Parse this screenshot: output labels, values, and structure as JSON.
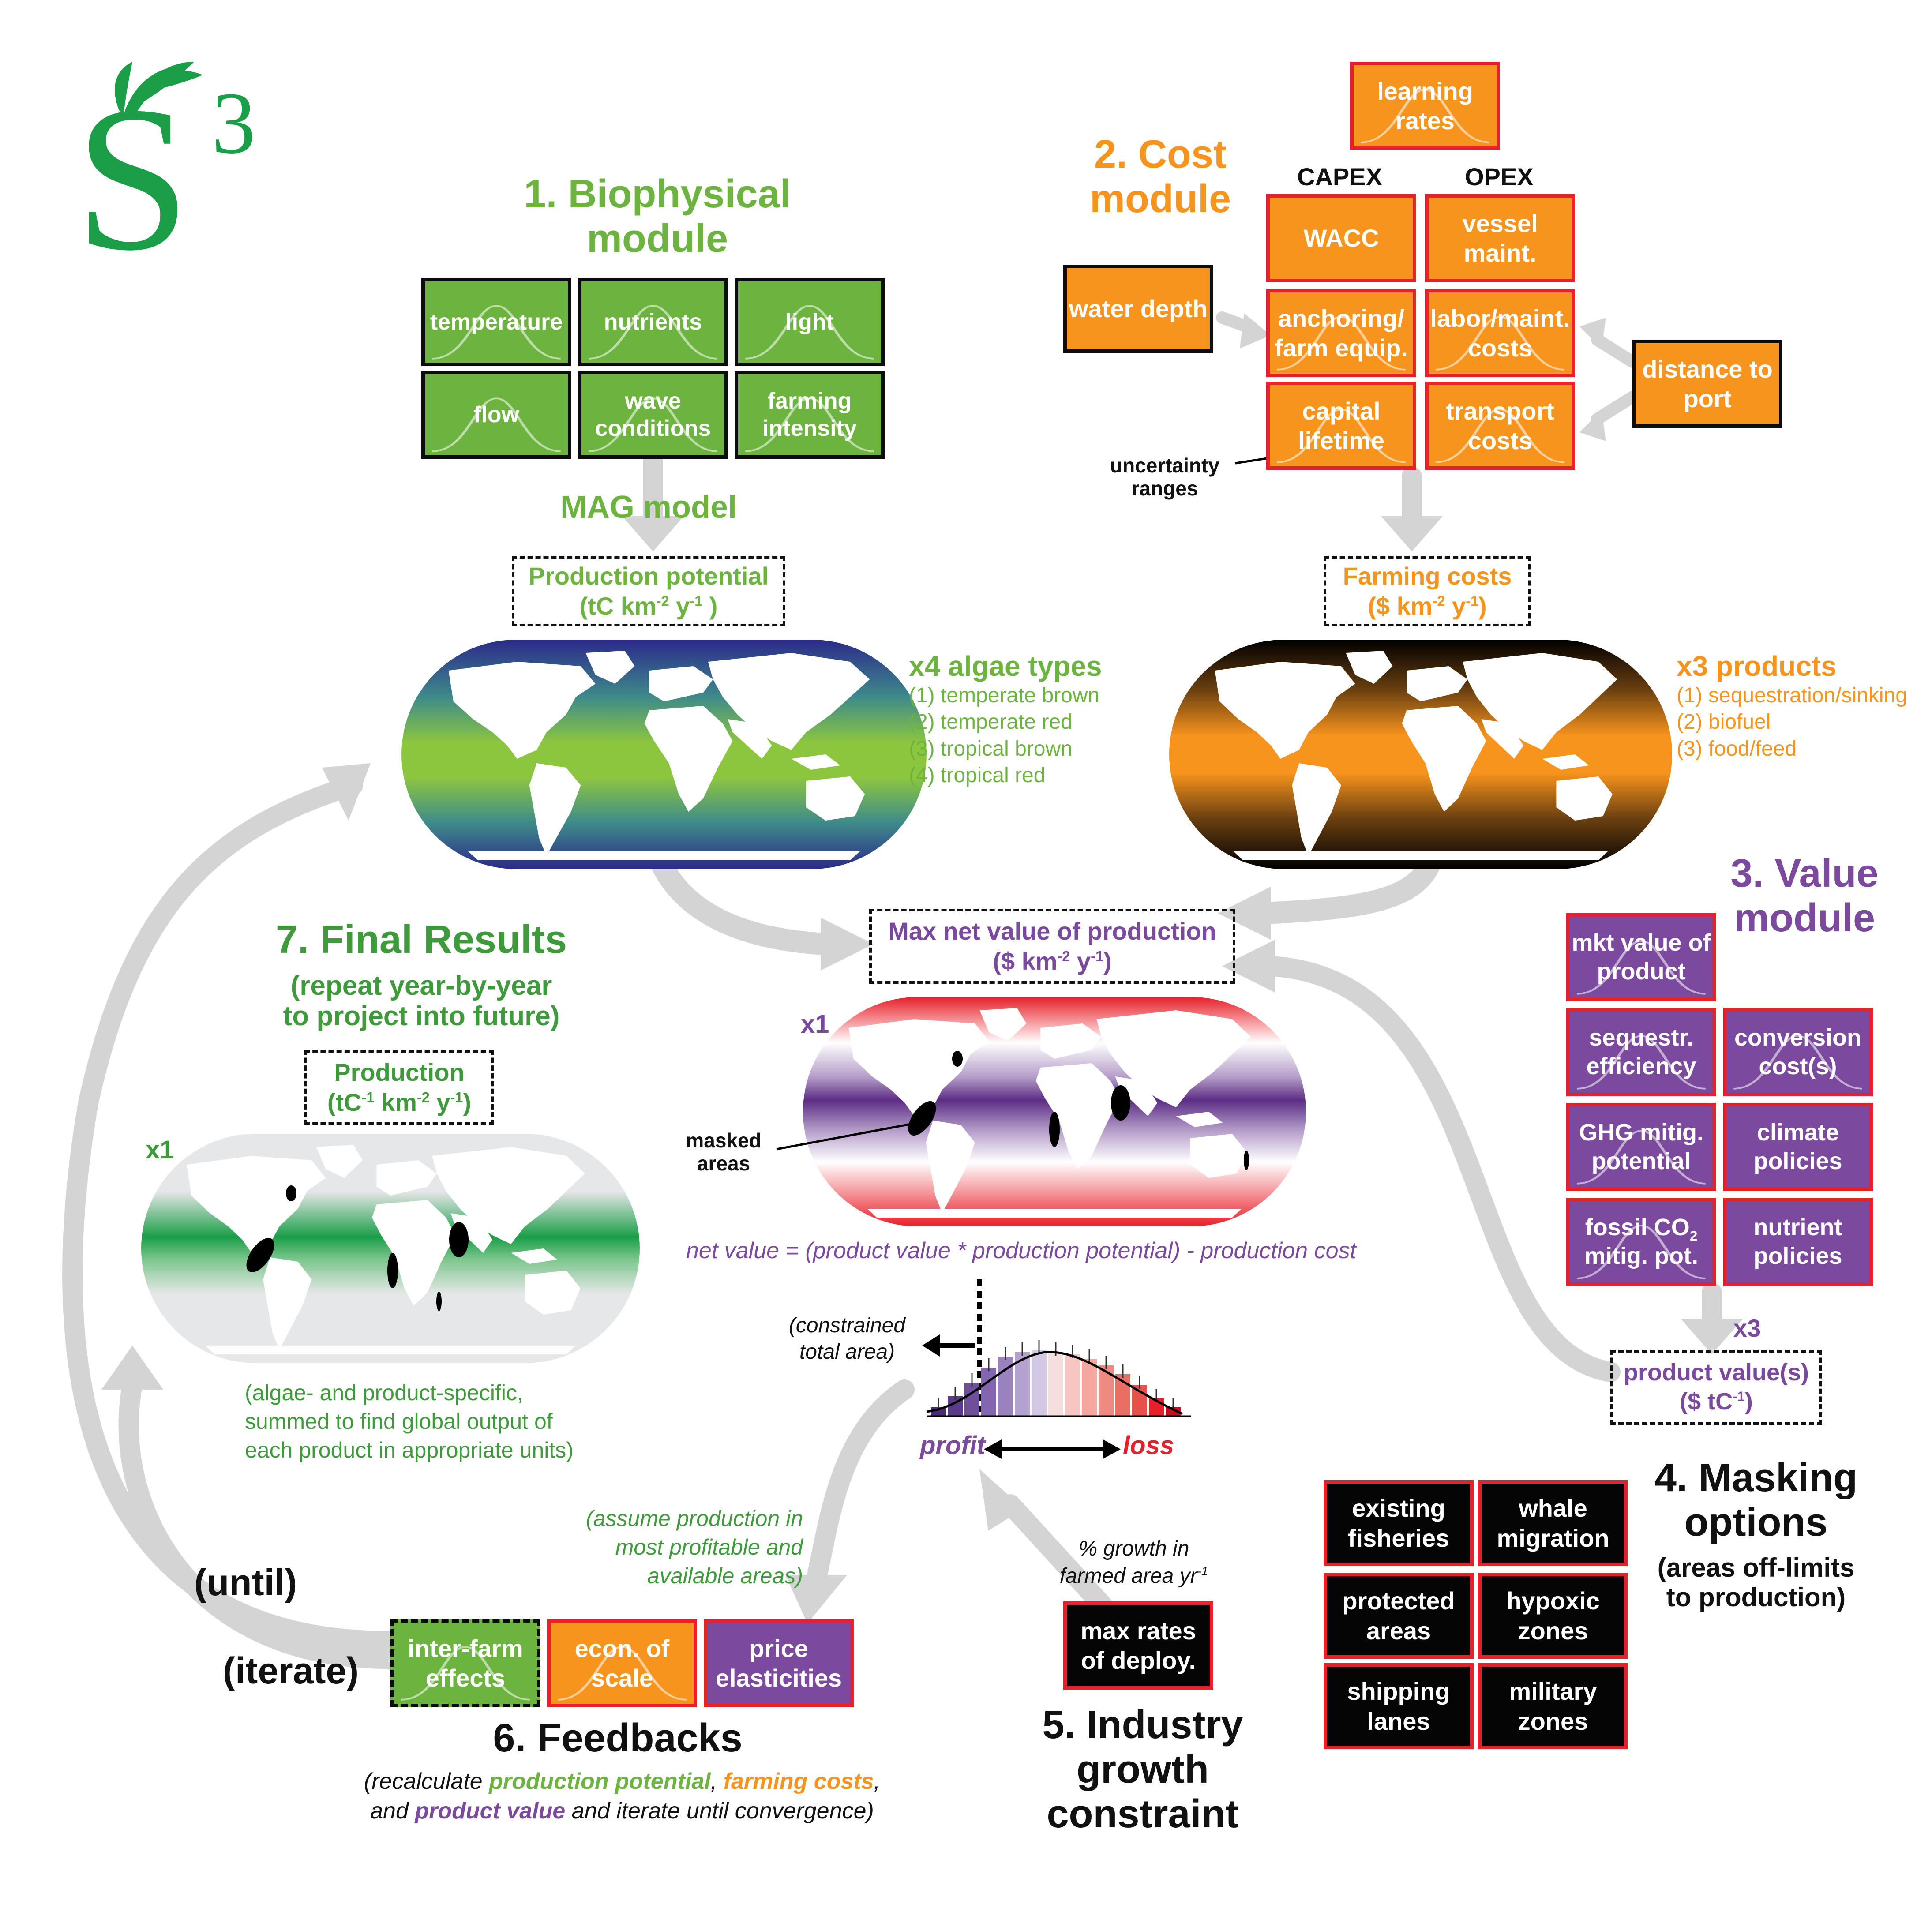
{
  "colors": {
    "green": "#6db33f",
    "dark_green": "#3f9a3c",
    "orange": "#f7941d",
    "purple": "#7b4a9e",
    "red": "#e8202a",
    "black": "#000000",
    "arrow_gray": "#d4d4d4"
  },
  "logo": {
    "letter": "S",
    "superscript": "3"
  },
  "biophysical": {
    "title_line1": "1. Biophysical",
    "title_line2": "module",
    "inputs": [
      "temperature",
      "nutrients",
      "light",
      "flow",
      "wave conditions",
      "farming intensity"
    ],
    "model": "MAG model",
    "output_line1": "Production potential",
    "output_line2_pre": "(tC km",
    "output_line2_sup1": "-2",
    "output_line2_mid": " y",
    "output_line2_sup2": "-1",
    "output_line2_post": " )",
    "types_title": "x4 algae types",
    "types": [
      "(1) temperate brown",
      "(2) temperate red",
      "(3) tropical brown",
      "(4) tropical red"
    ]
  },
  "cost": {
    "title_line1": "2. Cost",
    "title_line2": "module",
    "learning_rates": "learning rates",
    "capex_label": "CAPEX",
    "opex_label": "OPEX",
    "capex": [
      "WACC",
      "anchoring/ farm equip.",
      "capital lifetime"
    ],
    "opex": [
      "vessel maint.",
      "labor/maint. costs",
      "transport costs"
    ],
    "water_depth": "water depth",
    "distance_to_port": "distance to port",
    "uncertainty_line1": "uncertainty",
    "uncertainty_line2": "ranges",
    "output_line1": "Farming costs",
    "output_line2_pre": "($ km",
    "output_line2_sup1": "-2",
    "output_line2_mid": " y",
    "output_line2_sup2": "-1",
    "output_line2_post": ")",
    "products_title": "x3 products",
    "products": [
      "(1) sequestration/sinking",
      "(2) biofuel",
      "(3) food/feed"
    ]
  },
  "value": {
    "title_line1": "3. Value",
    "title_line2": "module",
    "inputs": [
      "mkt value of product",
      "sequestr. efficiency",
      "conversion cost(s)",
      "GHG mitig. potential",
      "climate policies",
      "fossil CO2 mitig. pot.",
      "nutrient policies"
    ],
    "x3": "x3",
    "output_line1": "product value(s)",
    "output_line2_pre": "($ tC",
    "output_line2_sup": "-1",
    "output_line2_post": ")"
  },
  "net": {
    "title_line1": "Max net value of production",
    "title_line2_pre": "($ km",
    "title_line2_sup1": "-2",
    "title_line2_mid": " y",
    "title_line2_sup2": "-1",
    "title_line2_post": ")",
    "x1": "x1",
    "masked_line1": "masked",
    "masked_line2": "areas",
    "formula": "net value = (product value * production potential) - production cost"
  },
  "histogram": {
    "constrained_line1": "(constrained",
    "constrained_line2": "total area)",
    "profit": "profit",
    "loss": "loss"
  },
  "masking": {
    "title_line1": "4. Masking",
    "title_line2": "options",
    "subtitle_line1": "(areas off-limits",
    "subtitle_line2": "to production)",
    "options": [
      "existing fisheries",
      "whale migration",
      "protected areas",
      "hypoxic zones",
      "shipping lanes",
      "military zones"
    ]
  },
  "growth": {
    "title_line1": "5. Industry",
    "title_line2": "growth",
    "title_line3": "constraint",
    "box": "max rates of deploy.",
    "rate_line1": "% growth in",
    "rate_line2_pre": "farmed area yr",
    "rate_line2_sup": "-1"
  },
  "feedbacks": {
    "title": "6. Feedbacks",
    "boxes": [
      "inter-farm effects",
      "econ. of scale",
      "price elasticities"
    ],
    "note_line1_pre": "(recalculate ",
    "note_pp": "production potential",
    "note_sep": ", ",
    "note_fc": "farming costs",
    "note_line1_post": ",",
    "note_line2_pre": "and ",
    "note_pv": "product value",
    "note_line2_post": " and iterate until convergence)",
    "assume_line1": "(assume production in",
    "assume_line2": "most profitable and",
    "assume_line3": "available areas)",
    "until": "(until)",
    "iterate": "(iterate)"
  },
  "final": {
    "title": "7. Final Results",
    "sub_line1": "(repeat year-by-year",
    "sub_line2": "to project into future)",
    "output_line1": "Production",
    "output_line2_pre": "(tC",
    "output_line2_sup1": "-1",
    "output_line2_mid": " km",
    "output_line2_sup2": "-2",
    "output_line2_mid2": " y",
    "output_line2_sup3": "-1",
    "output_line2_post": ")",
    "x1": "x1",
    "note_line1": "(algae- and product-specific,",
    "note_line2": "summed to find global output of",
    "note_line3": "each product in appropriate units)"
  }
}
